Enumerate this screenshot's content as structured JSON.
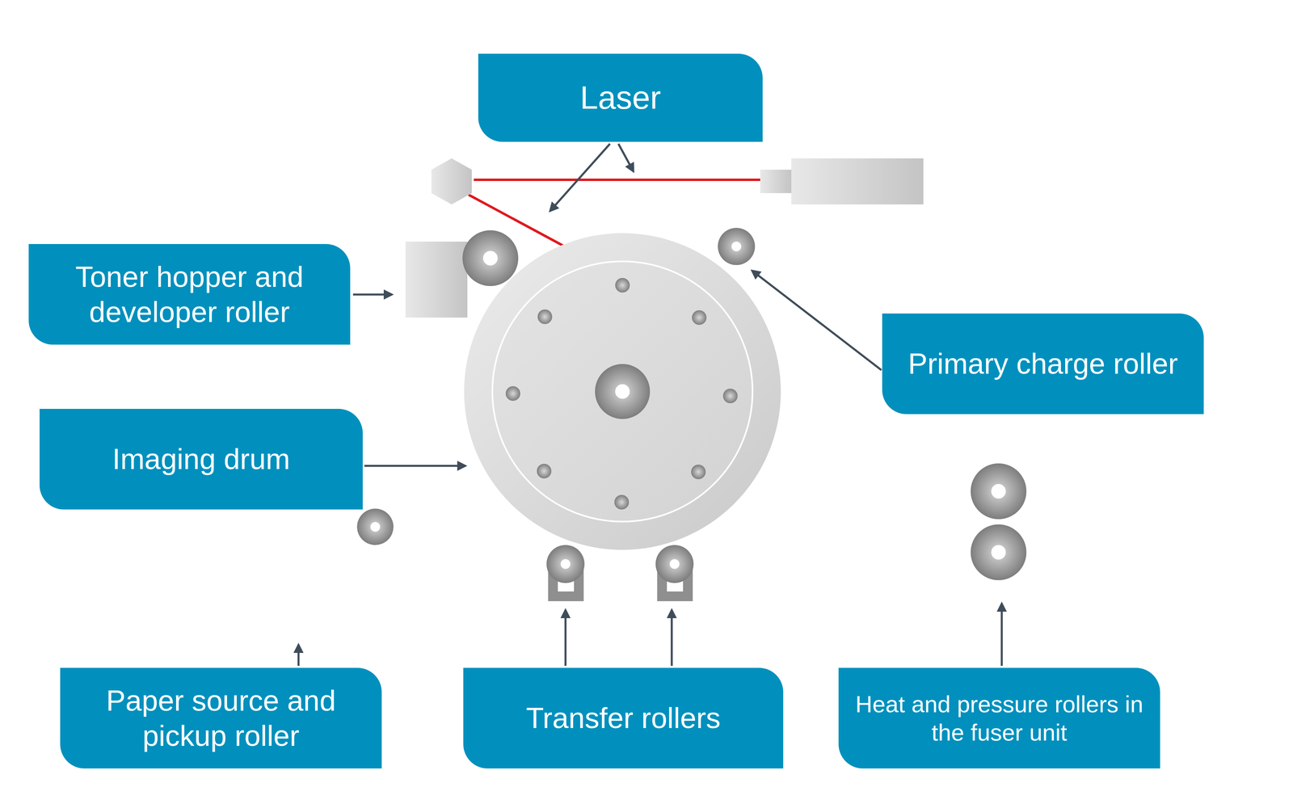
{
  "diagram": {
    "nodes": [
      {
        "text": [
          "Laser"
        ]
      },
      {
        "text": [
          "Toner hopper and developer roller"
        ]
      },
      {
        "text": [
          "Primary charge roller"
        ]
      },
      {
        "text": [
          "Imaging drum"
        ]
      },
      {
        "text": [
          "Paper source and pickup roller"
        ]
      },
      {
        "text": [
          "Transfer rollers"
        ]
      },
      {
        "text": [
          "Heat and pressure rollers in the fuser unit"
        ]
      }
    ]
  }
}
